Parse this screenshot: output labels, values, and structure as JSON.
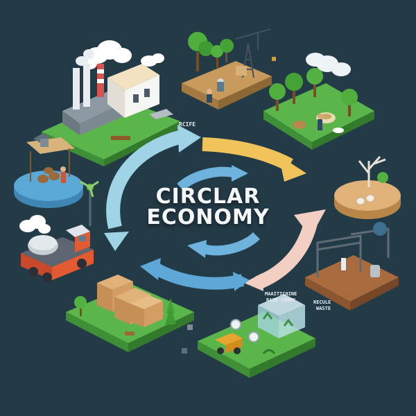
{
  "title": {
    "line1": "CIRCLAR",
    "line2": "ECONOMY"
  },
  "labels": {
    "recycle_sign": "RCIFE",
    "maintenance_sign_1": "MAAITICHINE",
    "maintenance_sign_2": "RASE CONMY",
    "waste_sign_1": "RECULE",
    "waste_sign_2": "WASTE"
  },
  "colors": {
    "background": "#233a47",
    "arrow_outer_blue": "#9fd3e6",
    "arrow_yellow": "#f0c45a",
    "arrow_pink": "#f3cfc3",
    "arrow_inner_blue": "#5ea7d6",
    "grass": "#5ab54a",
    "soil": "#c79a5e"
  },
  "icons": [
    "factory-icon",
    "tree-icon",
    "truck-icon",
    "crate-icon",
    "crane-icon",
    "cloud-icon",
    "greenhouse-icon",
    "water-tower-icon",
    "wind-turbine-icon",
    "log-pile-icon"
  ]
}
